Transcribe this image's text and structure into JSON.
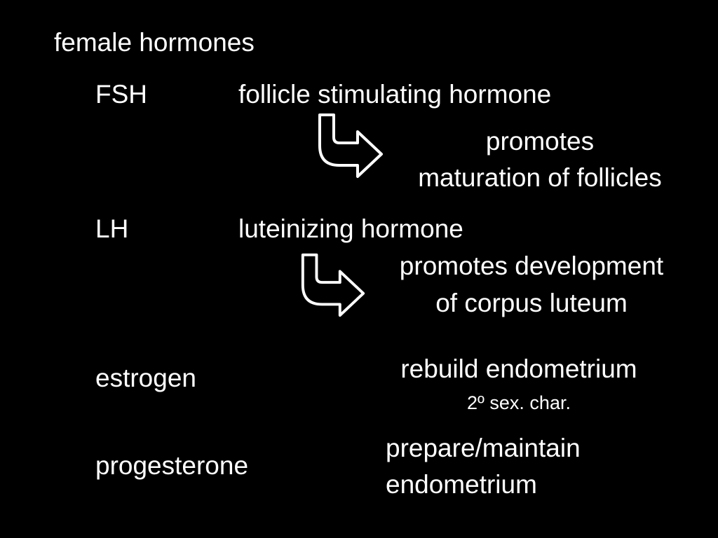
{
  "slide": {
    "title": "female hormones",
    "hormones": [
      {
        "abbr": "FSH",
        "full_name": "follicle stimulating hormone",
        "effect_line1": "promotes",
        "effect_line2": "maturation of follicles"
      },
      {
        "abbr": "LH",
        "full_name": "luteinizing hormone",
        "effect_line1": "promotes development",
        "effect_line2": "of corpus luteum"
      },
      {
        "abbr": "estrogen",
        "effect_line1": "rebuild endometrium",
        "effect_line2": "2º sex. char."
      },
      {
        "abbr": "progesterone",
        "effect_line1": "prepare/maintain",
        "effect_line2": "endometrium"
      }
    ],
    "icons": {
      "arrow": "curved-arrow-icon"
    },
    "colors": {
      "background": "#000000",
      "text": "#ffffff"
    }
  }
}
